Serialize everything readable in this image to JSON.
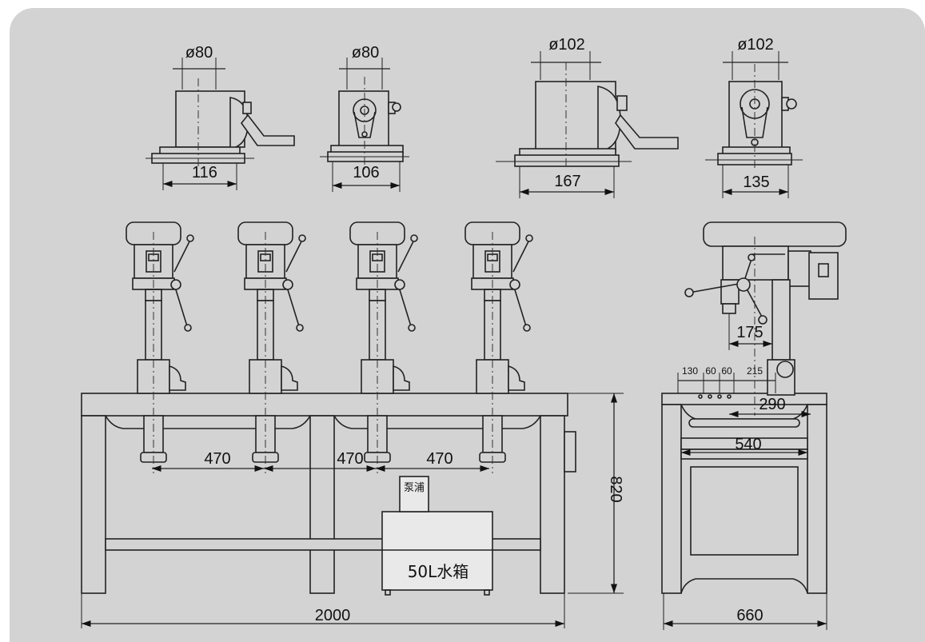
{
  "top_views": [
    {
      "diameter": "ø80",
      "width": "116"
    },
    {
      "diameter": "ø80",
      "width": "106"
    },
    {
      "diameter": "ø102",
      "width": "167"
    },
    {
      "diameter": "ø102",
      "width": "135"
    }
  ],
  "front": {
    "spacing": [
      "470",
      "470",
      "470"
    ],
    "height": "820",
    "length": "2000",
    "pump_label": "泵浦",
    "tank_label": "50L水箱"
  },
  "side": {
    "reach": "175",
    "slot_dims": [
      "130",
      "60",
      "60",
      "215"
    ],
    "spindle_offset": "290",
    "table_width": "540",
    "width": "660"
  }
}
